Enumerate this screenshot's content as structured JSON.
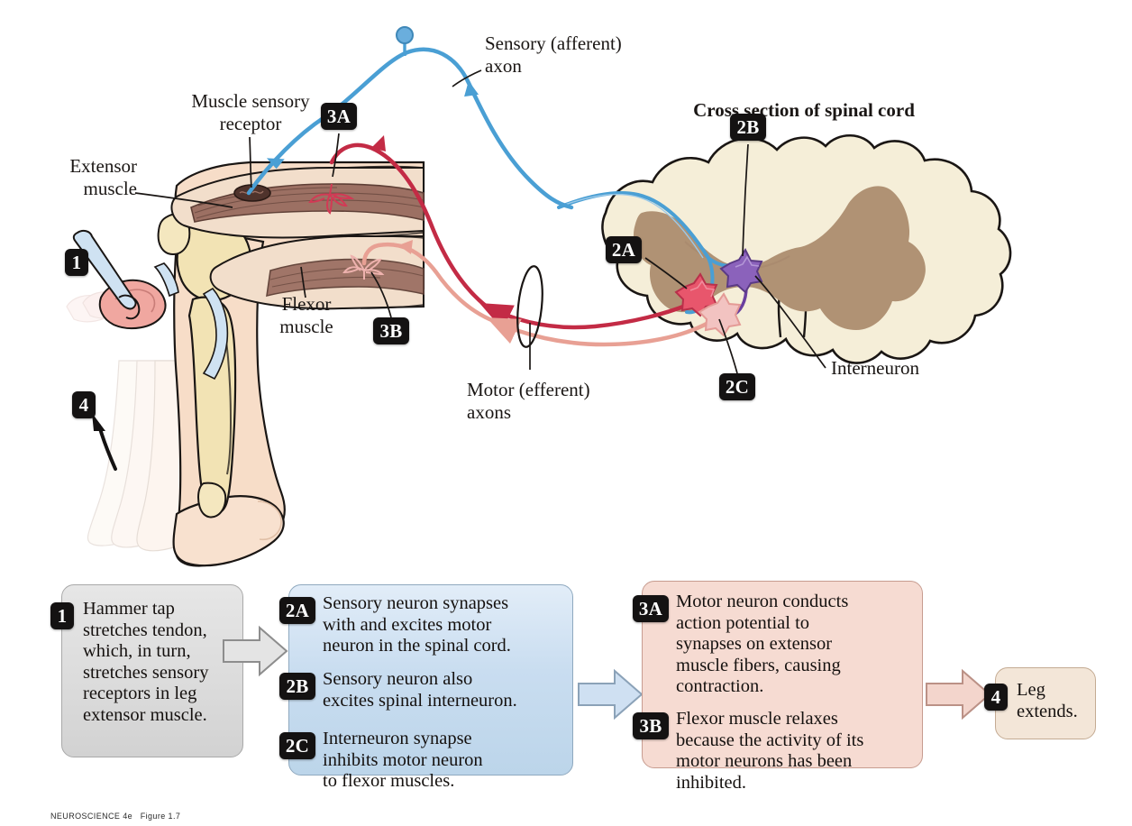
{
  "figure": {
    "title_spinal": "Cross section of spinal cord",
    "credit": "NEUROSCIENCE 4e   Figure 1.7"
  },
  "anatomy_labels": {
    "muscle_sensory_receptor": "Muscle sensory\nreceptor",
    "extensor_muscle": "Extensor\nmuscle",
    "flexor_muscle": "Flexor\nmuscle",
    "sensory_axon": "Sensory (afferent)\naxon",
    "motor_axons": "Motor (efferent)\naxons",
    "interneuron": "Interneuron"
  },
  "badges": {
    "one": "1",
    "two_a": "2A",
    "two_b": "2B",
    "two_c": "2C",
    "three_a": "3A",
    "three_b": "3B",
    "four": "4"
  },
  "flow": {
    "box1": {
      "label": "1",
      "text": "Hammer tap\nstretches tendon,\nwhich, in turn,\nstretches sensory\nreceptors in leg\nextensor muscle."
    },
    "box2": {
      "steps": [
        {
          "label": "2A",
          "text": "Sensory neuron synapses\nwith and excites motor\nneuron in the spinal cord."
        },
        {
          "label": "2B",
          "text": "Sensory neuron also\nexcites spinal interneuron."
        },
        {
          "label": "2C",
          "text": "Interneuron synapse\ninhibits motor neuron\nto flexor muscles."
        }
      ]
    },
    "box3": {
      "steps": [
        {
          "label": "3A",
          "text": "Motor neuron conducts\naction potential to\nsynapses on extensor\nmuscle fibers, causing\ncontraction."
        },
        {
          "label": "3B",
          "text": "Flexor muscle relaxes\nbecause the activity of its\nmotor neurons has been\ninhibited."
        }
      ]
    },
    "box4": {
      "label": "4",
      "text": "Leg\nextends."
    }
  },
  "colors": {
    "sensory_axon": "#4a9fd4",
    "motor_axon_extensor": "#c32b45",
    "motor_axon_flexor": "#e8a094",
    "interneuron": "#8b62bb",
    "motor_neuron_body": "#e8566c",
    "inhibited_neuron_body": "#f2c3c1",
    "white_matter": "#f5eed8",
    "gray_matter": "#b09274",
    "bone": "#f2e3b4",
    "skin": "#f7ddc8",
    "muscle": "#9c7063",
    "box_gray": "#dcdcdc",
    "box_blue": "#c9ddf0",
    "box_pink": "#f6dbd2",
    "box_cream": "#f3e6d8",
    "badge_bg": "#141212"
  }
}
